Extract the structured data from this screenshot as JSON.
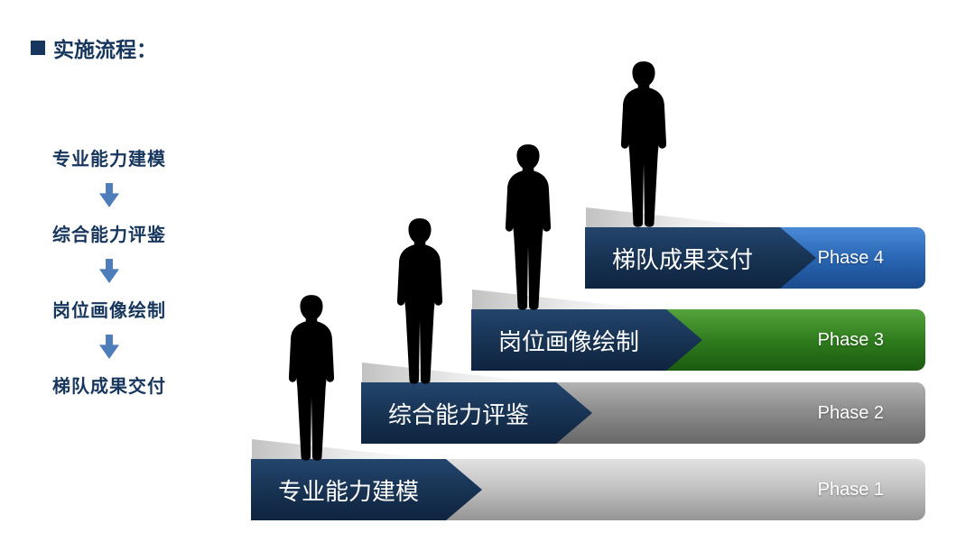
{
  "title": {
    "text": "实施流程："
  },
  "sidebar_flow": {
    "items": [
      {
        "label": "专业能力建模"
      },
      {
        "label": "综合能力评鉴"
      },
      {
        "label": "岗位画像绘制"
      },
      {
        "label": "梯队成果交付"
      }
    ]
  },
  "staircase": {
    "steps": [
      {
        "label": "专业能力建模",
        "phase": "Phase 1",
        "bar_style": "silver"
      },
      {
        "label": "综合能力评鉴",
        "phase": "Phase 2",
        "bar_style": "gray"
      },
      {
        "label": "岗位画像绘制",
        "phase": "Phase 3",
        "bar_style": "green"
      },
      {
        "label": "梯队成果交付",
        "phase": "Phase 4",
        "bar_style": "blue"
      }
    ]
  },
  "icons": {
    "title_bullet": "square-bullet",
    "flow_arrow": "down-arrow",
    "figure": "person-silhouette"
  },
  "colors": {
    "title_text": "#17365d",
    "flow_text": "#17365d",
    "flow_arrow": "#4d7dbb",
    "banner": "#16304f",
    "phase1_bar": "#c3c3c3",
    "phase2_bar": "#8d8d8d",
    "phase3_bar": "#2f7d1e",
    "phase4_bar": "#2a67b5",
    "silhouette": "#000000",
    "background": "#ffffff"
  }
}
